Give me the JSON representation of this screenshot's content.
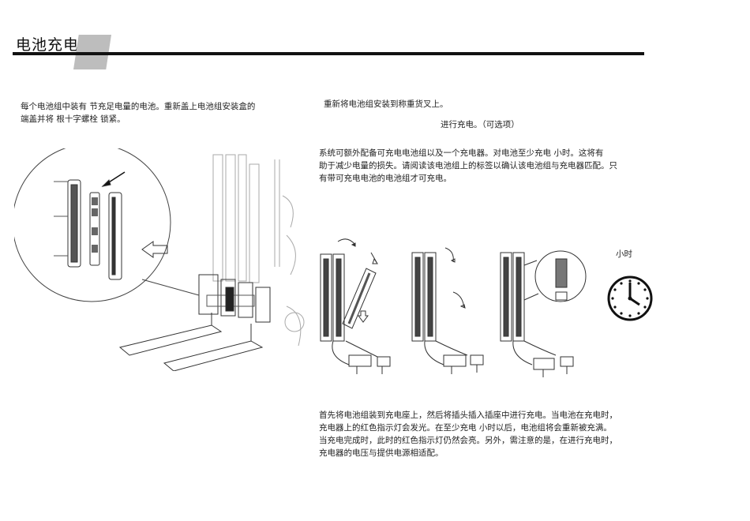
{
  "header": {
    "title": "电池充电"
  },
  "left_column": {
    "intro_lines": [
      "  每个电池组中装有  节充足电量的电池。重新盖上电池组安装盒的",
      "端盖并将  根十字螺栓         锁紧。"
    ]
  },
  "right_column": {
    "step_install": "重新将电池组安装到称重货叉上。",
    "step_charge": "进行充电。（可选项）",
    "charge_intro_lines": [
      "系统可额外配备可充电电池组以及一个充电器。对电池至少充电  小时。这将有",
      "助于减少电量的损失。请阅读该电池组上的标签以确认该电池组与充电器匹配。只",
      "有带可充电电池的电池组才可充电。"
    ],
    "hours_label": "小时",
    "charge_detail_lines": [
      "首先将电池组装到充电座上，然后将插头插入插座中进行充电。当电池在充电时，",
      "充电器上的红色指示灯会发光。在至少充电  小时以后，电池组将会重新被充满。",
      "当充电完成时，此时的红色指示灯仍然会亮。另外，需注意的是，在进行充电时，",
      "充电器的电压与提供电源相适配。"
    ]
  },
  "figures": {
    "forklift": "forklift-battery-install-illustration",
    "charging": "battery-charging-steps-illustration",
    "clock": "clock-icon"
  }
}
